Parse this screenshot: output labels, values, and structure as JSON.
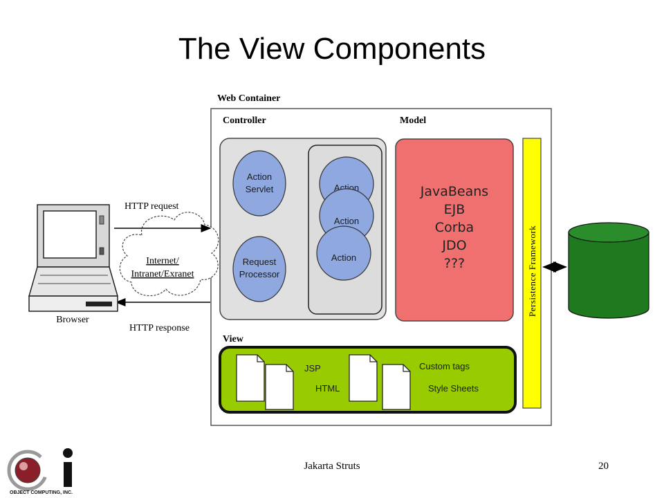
{
  "slide": {
    "title": "The View Components",
    "footer_title": "Jakarta Struts",
    "page_number": "20"
  },
  "diagram": {
    "web_container_label": "Web Container",
    "controller_label": "Controller",
    "model_label": "Model",
    "view_label": "View",
    "action_servlet": [
      "Action",
      "Servlet"
    ],
    "request_processor": [
      "Request",
      "Processor"
    ],
    "action_stack": [
      "Action",
      "Action",
      "Action"
    ],
    "model_items": [
      "JavaBeans",
      "EJB",
      "Corba",
      "JDO",
      "???"
    ],
    "persistence_label": "Persistence Framework",
    "view_items": {
      "jsp": "JSP",
      "html": "HTML",
      "custom_tags": "Custom tags",
      "style_sheets": "Style Sheets"
    },
    "http_request": "HTTP request",
    "http_response": "HTTP response",
    "network_label": [
      "Internet/",
      "Intranet/Exranet"
    ],
    "browser_label": "Browser"
  },
  "logo": {
    "text": "Object Computing, Inc.",
    "colors": {
      "ring": "#8a1f2a",
      "gray": "#888888"
    }
  },
  "colors": {
    "controller_bg": "#e0e0e0",
    "circle_fill": "#8fa8e0",
    "model_fill": "#f07070",
    "persistence_fill": "#ffff00",
    "view_fill": "#99cc00",
    "database_fill": "#1f7a1f"
  }
}
